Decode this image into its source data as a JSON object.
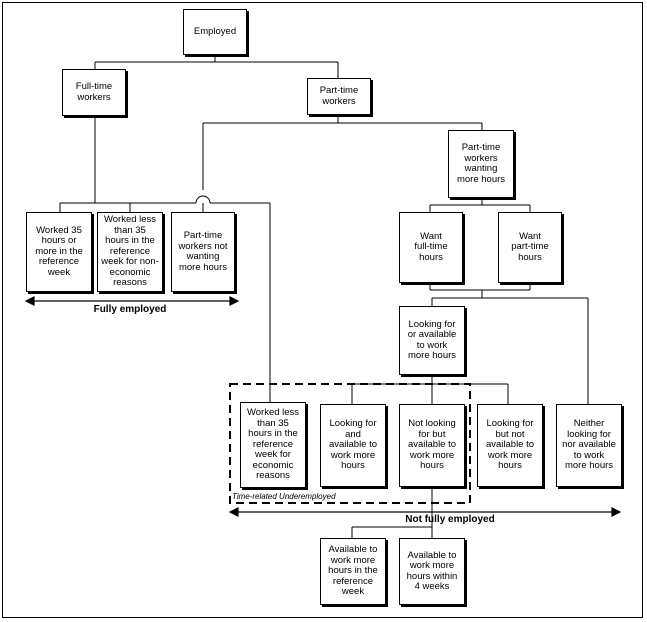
{
  "nodes": {
    "employed": "Employed",
    "full_time": "Full-time\nworkers",
    "part_time": "Part-time\nworkers",
    "pt_wanting_more": "Part-time\nworkers\nwanting\nmore hours",
    "worked_35_more": "Worked 35\nhours or\nmore in the\nreference\nweek",
    "worked_less_non_economic": "Worked less\nthan 35\nhours in the\nreference\nweek for non-\neconomic\nreasons",
    "pt_not_wanting": "Part-time\nworkers not\nwanting\nmore hours",
    "want_full_time": "Want\nfull-time\nhours",
    "want_part_time": "Want\npart-time\nhours",
    "looking_or_available": "Looking for\nor available\nto work\nmore hours",
    "worked_less_economic": "Worked less\nthan 35\nhours in the\nreference\nweek for\neconomic\nreasons",
    "looking_and_available": "Looking for\nand\navailable to\nwork more\nhours",
    "not_looking_but_available": "Not looking\nfor but\navailable to\nwork more\nhours",
    "looking_not_available": "Looking for\nbut not\navailable to\nwork more\nhours",
    "neither": "Neither\nlooking for\nnor available\nto work\nmore hours",
    "available_ref_week": "Available to\nwork more\nhours in the\nreference\nweek",
    "available_4_weeks": "Available to\nwork more\nhours within\n4 weeks"
  },
  "labels": {
    "fully_employed": "Fully employed",
    "not_fully_employed": "Not fully employed",
    "time_related": "Time-related Underemployed"
  }
}
